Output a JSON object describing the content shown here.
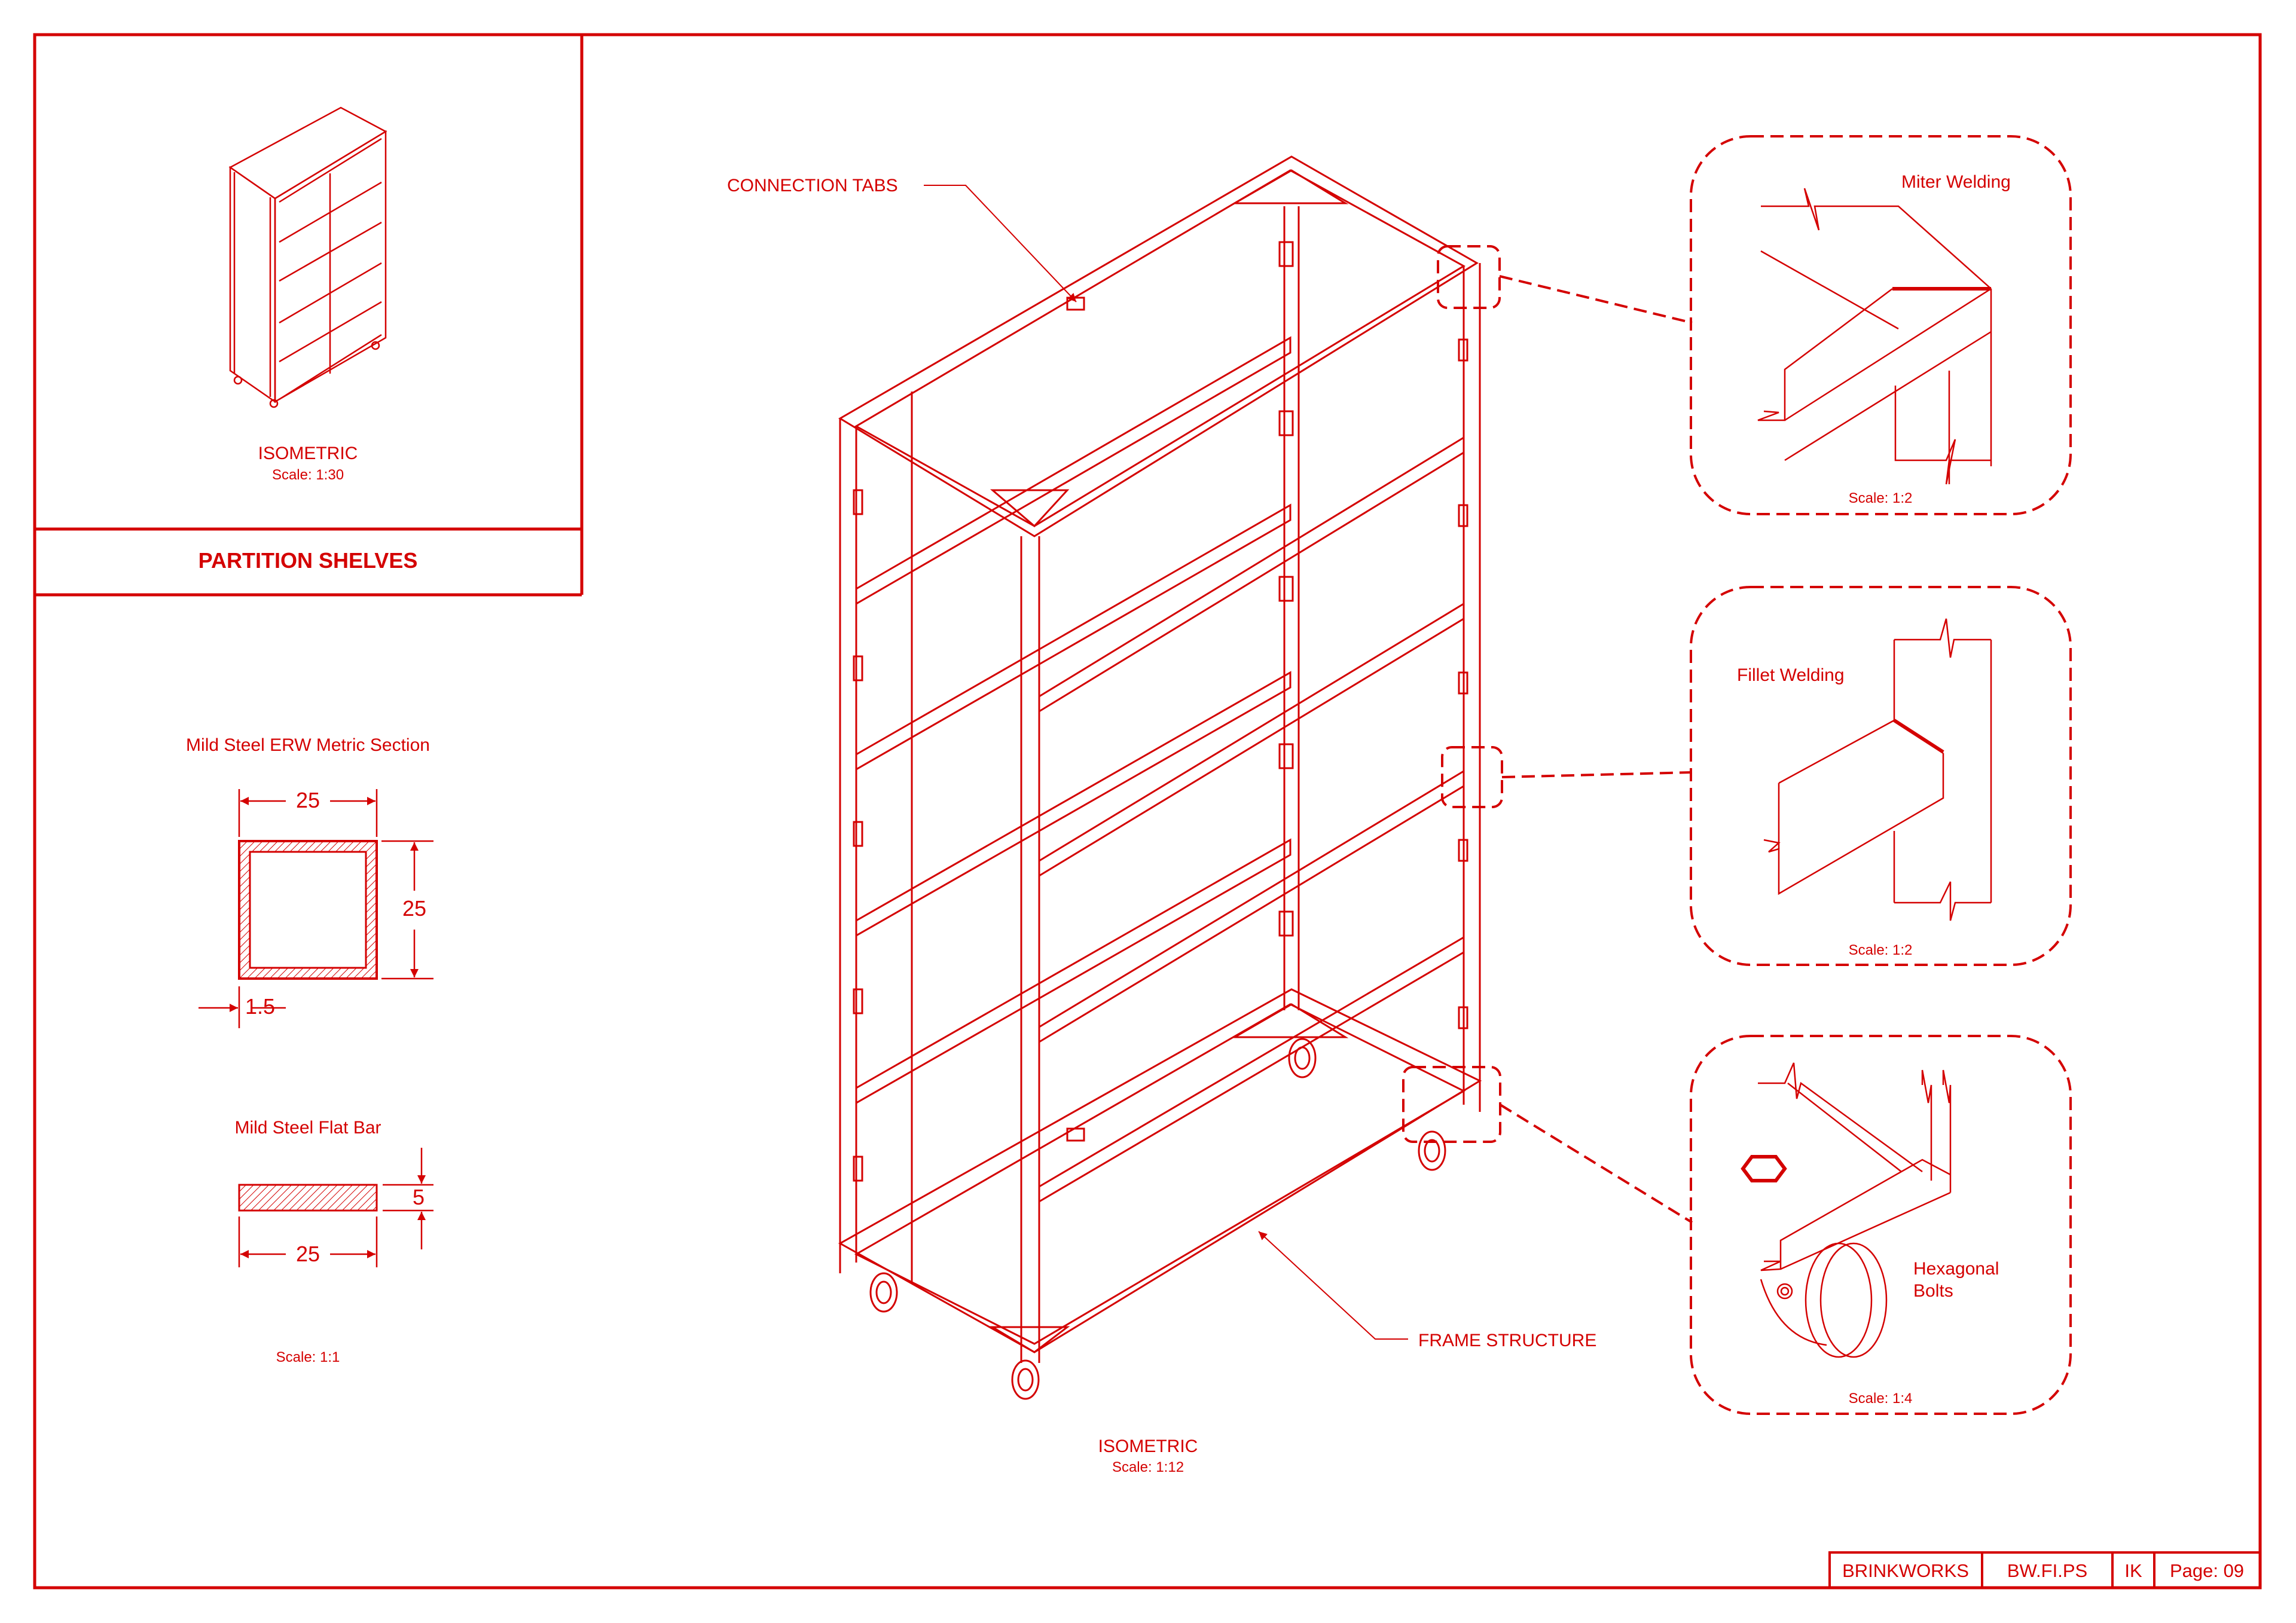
{
  "colors": {
    "line": "#d40000",
    "background": "#ffffff"
  },
  "title_block": {
    "company": "BRINKWORKS",
    "code": "BW.FI.PS",
    "initials": "IK",
    "page": "Page: 09"
  },
  "inset": {
    "view_label": "ISOMETRIC",
    "scale": "Scale: 1:30",
    "title": "PARTITION SHELVES"
  },
  "sections": {
    "erw": {
      "title": "Mild Steel ERW Metric Section",
      "width": "25",
      "height": "25",
      "thickness": "1.5"
    },
    "flat_bar": {
      "title": "Mild Steel Flat Bar",
      "width": "25",
      "thickness": "5"
    },
    "scale": "Scale: 1:1"
  },
  "main": {
    "view_label": "ISOMETRIC",
    "scale": "Scale: 1:12",
    "callouts": {
      "tabs": "CONNECTION TABS",
      "frame": "FRAME STRUCTURE"
    }
  },
  "details": [
    {
      "label": "Miter Welding",
      "scale": "Scale: 1:2"
    },
    {
      "label": "Fillet Welding",
      "scale": "Scale: 1:2"
    },
    {
      "label": "Hexagonal\nBolts",
      "label_line1": "Hexagonal",
      "label_line2": "Bolts",
      "scale": "Scale: 1:4"
    }
  ]
}
